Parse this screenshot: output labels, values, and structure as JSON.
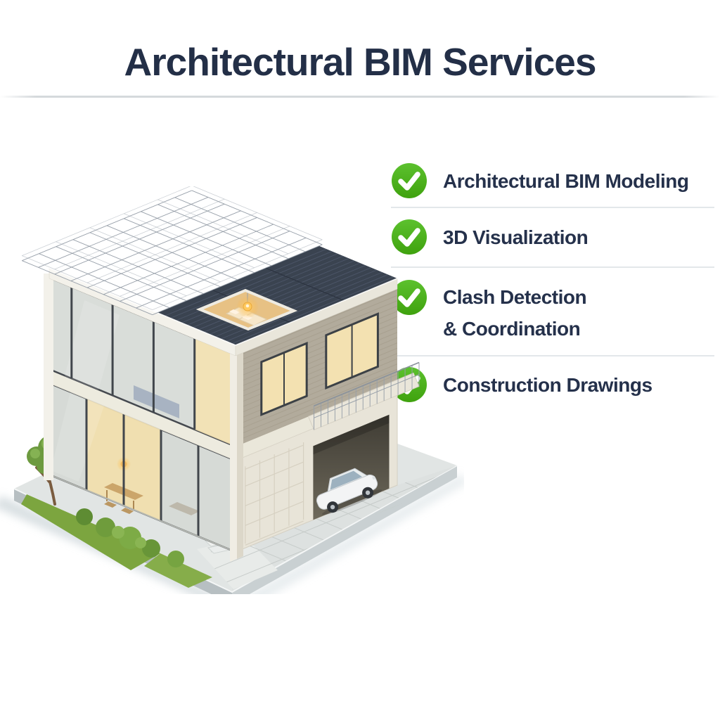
{
  "header": {
    "title": "Architectural BIM Services"
  },
  "services": {
    "items": [
      {
        "label": "Architectural BIM Modeling"
      },
      {
        "label": "3D Visualization"
      },
      {
        "label": "Clash Detection",
        "label2": "& Coordination"
      },
      {
        "label": "Construction Drawings"
      }
    ],
    "check_glyph": "✓"
  },
  "illustration": {
    "caption": "3D cutaway render of a modern two-storey house: BIM wireframe grid over the left roof, dark tiled flat roof, cutaway bedroom with glowing pendant bulb, glazed facades, brick-clad upper wing with balcony, open garage with white car, paver driveway, lawn, shrubs and a tree on a grey base platform"
  },
  "colors": {
    "accent_green": "#4CB41E",
    "heading_navy": "#232F47",
    "body_navy": "#25314B",
    "divider_gray": "#D5D9DC"
  }
}
